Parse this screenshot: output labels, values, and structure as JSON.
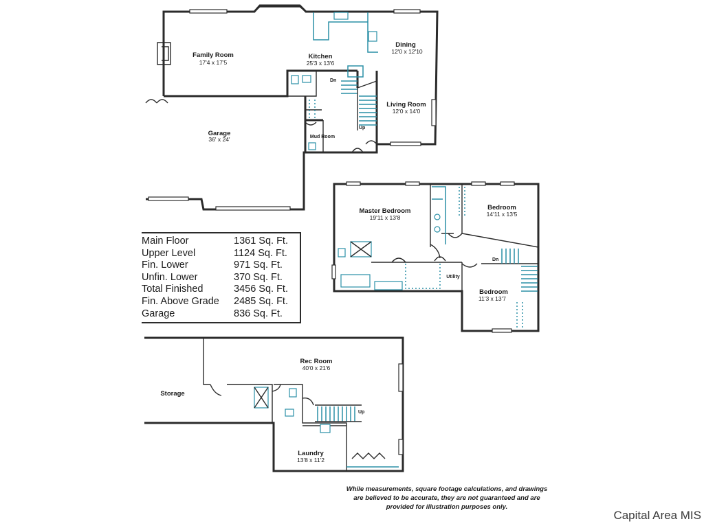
{
  "rooms": {
    "family_room": {
      "name": "Family Room",
      "dims": "17'4 x 17'5"
    },
    "kitchen": {
      "name": "Kitchen",
      "dims": "25'3 x 13'6"
    },
    "dining": {
      "name": "Dining",
      "dims": "12'0 x 12'10"
    },
    "living_room": {
      "name": "Living Room",
      "dims": "12'0 x 14'0"
    },
    "garage": {
      "name": "Garage",
      "dims": "36' x 24'"
    },
    "mud_room": {
      "name": "Mud Room"
    },
    "master_bedroom": {
      "name": "Master Bedroom",
      "dims": "19'11 x 13'8"
    },
    "bedroom_1": {
      "name": "Bedroom",
      "dims": "14'11 x 13'5"
    },
    "bedroom_2": {
      "name": "Bedroom",
      "dims": "11'3 x 13'7"
    },
    "utility": {
      "name": "Utility"
    },
    "rec_room": {
      "name": "Rec Room",
      "dims": "40'0 x 21'6"
    },
    "storage": {
      "name": "Storage"
    },
    "laundry": {
      "name": "Laundry",
      "dims": "13'8 x 11'2"
    }
  },
  "stair_labels": {
    "main_dn": "Dn",
    "main_up": "Up",
    "upper_dn": "Dn",
    "lower_up": "Up"
  },
  "sqft_table": [
    {
      "label": "Main Floor",
      "value": "1361 Sq. Ft."
    },
    {
      "label": "Upper Level",
      "value": "1124 Sq. Ft."
    },
    {
      "label": "Fin. Lower",
      "value": "971 Sq. Ft."
    },
    {
      "label": "Unfin. Lower",
      "value": "370 Sq. Ft."
    },
    {
      "label": "Total Finished",
      "value": "3456 Sq. Ft."
    },
    {
      "label": "Fin. Above Grade",
      "value": "2485 Sq. Ft."
    },
    {
      "label": "Garage",
      "value": "836 Sq. Ft."
    }
  ],
  "disclaimer": "While measurements, square footage calculations, and drawings are believed to be accurate, they are not guaranteed and are provided for illustration purposes only.",
  "watermark": "Capital Area MIS",
  "colors": {
    "wall": "#2b2b2b",
    "fixture": "#2a8fa6"
  }
}
